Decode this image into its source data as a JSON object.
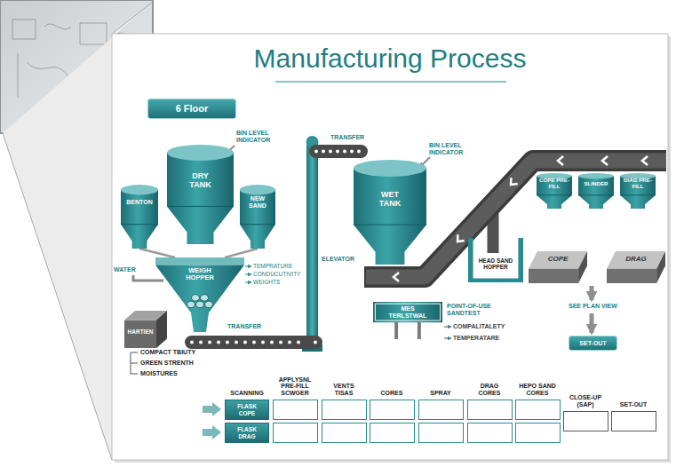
{
  "diagram": {
    "title": "Manufacturing Process",
    "nodes": [
      {
        "text": [
          "6 Floor"
        ]
      },
      {
        "text": [
          "BENTON"
        ]
      },
      {
        "text": [
          "DRY TANK"
        ]
      },
      {
        "text": [
          "NEW SAND"
        ]
      },
      {
        "text": [
          "WEIGH HOPPER"
        ]
      },
      {
        "text": [
          "HARTIEN"
        ]
      },
      {
        "text": [
          "WET TANK"
        ]
      },
      {
        "text": [
          "COPE PRE-FILL"
        ]
      },
      {
        "text": [
          "SLINDER"
        ]
      },
      {
        "text": [
          "DIAG PRE-FILL"
        ]
      },
      {
        "text": [
          "HEAD SAND HOPPER"
        ]
      },
      {
        "text": [
          "COPE"
        ]
      },
      {
        "text": [
          "DRAG"
        ]
      },
      {
        "text": [
          "MES TERLSTWAL"
        ]
      },
      {
        "text": [
          "SET-OUT"
        ]
      },
      {
        "text": [
          "FLASK COPE"
        ]
      },
      {
        "text": [
          "FLASK DRAG"
        ]
      }
    ],
    "edges": [
      {
        "from": 1,
        "to": 4,
        "arrow": "none"
      },
      {
        "from": 3,
        "to": 4,
        "arrow": "none"
      }
    ],
    "labels": [
      "BIN LEVEL INDICATOR",
      "TRANSFER",
      "BIN LEVEL INDICATOR",
      "WATER",
      "TEMPRATURE",
      "CONDUCUTIVITY",
      "WEIGHTS",
      "ELEVATOR",
      "TRANSFER",
      "POINT-OF-USE SANDTEST",
      "COMPALITALETY",
      "TEMPERATARE",
      "SEE PLAN VIEW",
      "COMPACT TBIUTY",
      "GREEN STRENTH",
      "MOISTURES",
      "SCANNING",
      "APPLYSNL PRE-FILL SCWGER",
      "VENTS TISAS",
      "CORES",
      "SPRAY",
      "DRAG CORES",
      "HEPO SAND CORES",
      "CLOSE-UP (SAP)",
      "SET-OUT"
    ]
  }
}
